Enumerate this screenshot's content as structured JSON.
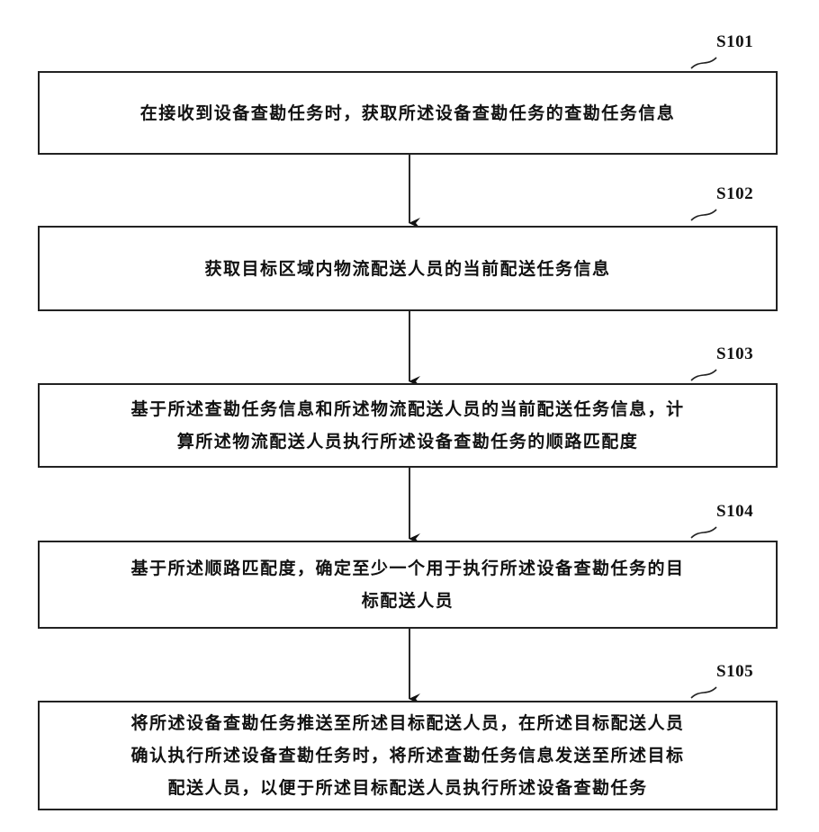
{
  "steps": [
    {
      "label": "S101",
      "text": "在接收到设备查勘任务时，获取所述设备查勘任务的查勘任务信息"
    },
    {
      "label": "S102",
      "text": "获取目标区域内物流配送人员的当前配送任务信息"
    },
    {
      "label": "S103",
      "text": "基于所述查勘任务信息和所述物流配送人员的当前配送任务信息，计\n算所述物流配送人员执行所述设备查勘任务的顺路匹配度"
    },
    {
      "label": "S104",
      "text": "基于所述顺路匹配度，确定至少一个用于执行所述设备查勘任务的目\n标配送人员"
    },
    {
      "label": "S105",
      "text": "将所述设备查勘任务推送至所述目标配送人员，在所述目标配送人员\n确认执行所述设备查勘任务时，将所述查勘任务信息发送至所述目标\n配送人员，以便于所述目标配送人员执行所述设备查勘任务"
    }
  ]
}
